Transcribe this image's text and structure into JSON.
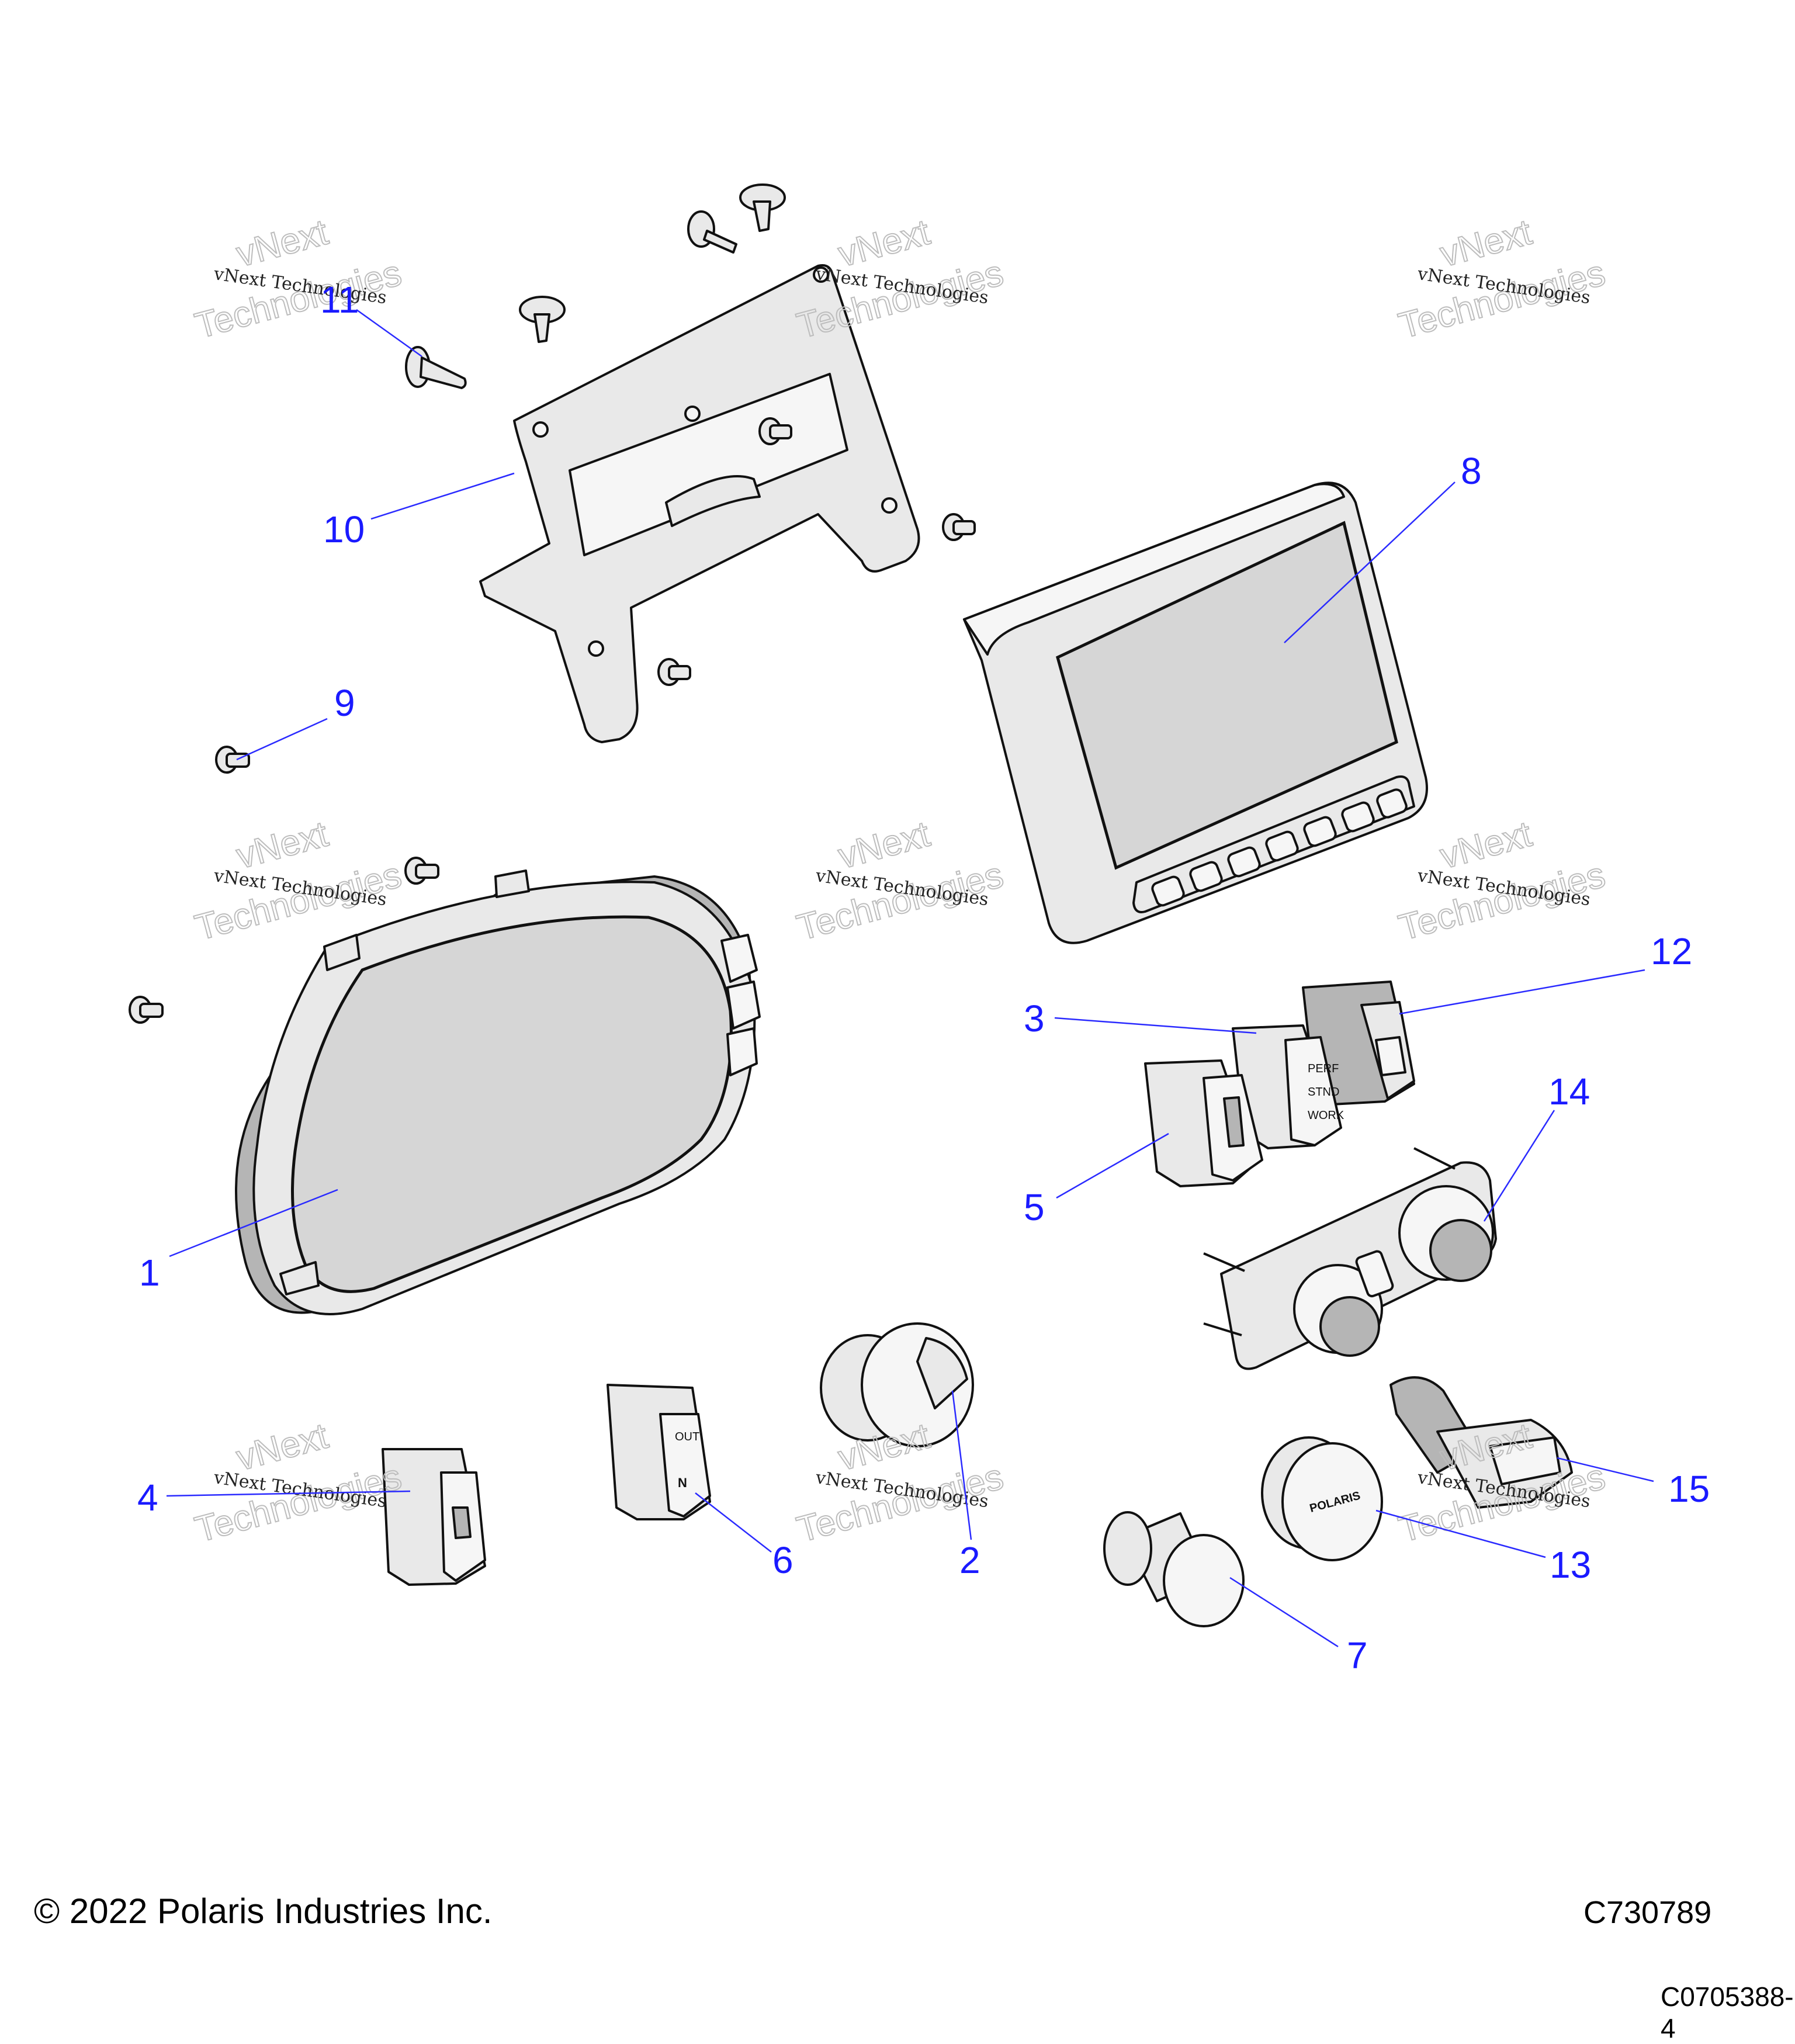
{
  "callouts": {
    "c1": "1",
    "c2": "2",
    "c3": "3",
    "c4": "4",
    "c5": "5",
    "c6": "6",
    "c7": "7",
    "c8": "8",
    "c9": "9",
    "c10": "10",
    "c11": "11",
    "c12": "12",
    "c13": "13",
    "c14": "14",
    "c15": "15"
  },
  "part_text": {
    "mode_perf": "PERF",
    "mode_stnd": "STND",
    "mode_work": "WORK",
    "switch_out": "OUT",
    "switch_n": "N",
    "brand": "POLARIS"
  },
  "watermark": {
    "line": "vNext Technologies",
    "big_top": "vNext",
    "big_bottom": "Technologies"
  },
  "footer": {
    "copyright": "© 2022 Polaris Industries Inc.",
    "drawing_id": "C730789",
    "doc_id": "C0705388-4"
  },
  "colors": {
    "callout": "#1a1aff",
    "line_art": "#111111",
    "part_fill": "#e9e9e9"
  }
}
